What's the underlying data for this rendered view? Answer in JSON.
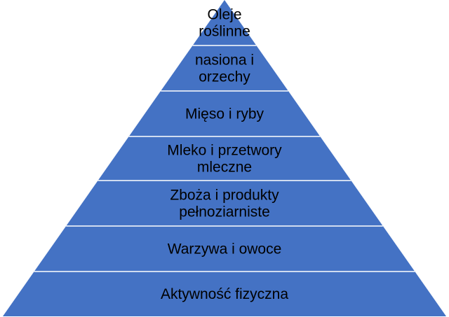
{
  "colors": {
    "fill": "#4472c4",
    "divider": "#ffffff",
    "text": "#000000"
  },
  "levels": [
    {
      "lines": [
        "Oleje",
        "roślinne"
      ]
    },
    {
      "lines": [
        "nasiona i",
        "orzechy"
      ]
    },
    {
      "lines": [
        "Mięso i ryby"
      ]
    },
    {
      "lines": [
        "Mleko i przetwory",
        "mleczne"
      ]
    },
    {
      "lines": [
        "Zboża i produkty",
        "pełnoziarniste"
      ]
    },
    {
      "lines": [
        "Warzywa i owoce"
      ]
    },
    {
      "lines": [
        "Aktywność fizyczna"
      ]
    }
  ]
}
